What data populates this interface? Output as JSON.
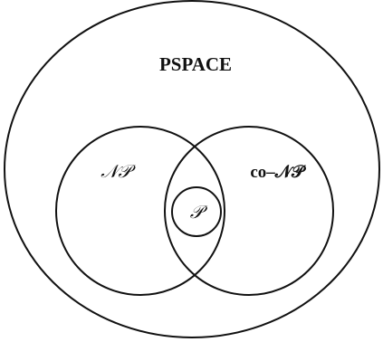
{
  "diagram": {
    "labels": {
      "pspace": "PSPACE",
      "np": "𝒩𝒫",
      "conp": "co–𝒩𝒫",
      "p": "𝒫"
    }
  }
}
